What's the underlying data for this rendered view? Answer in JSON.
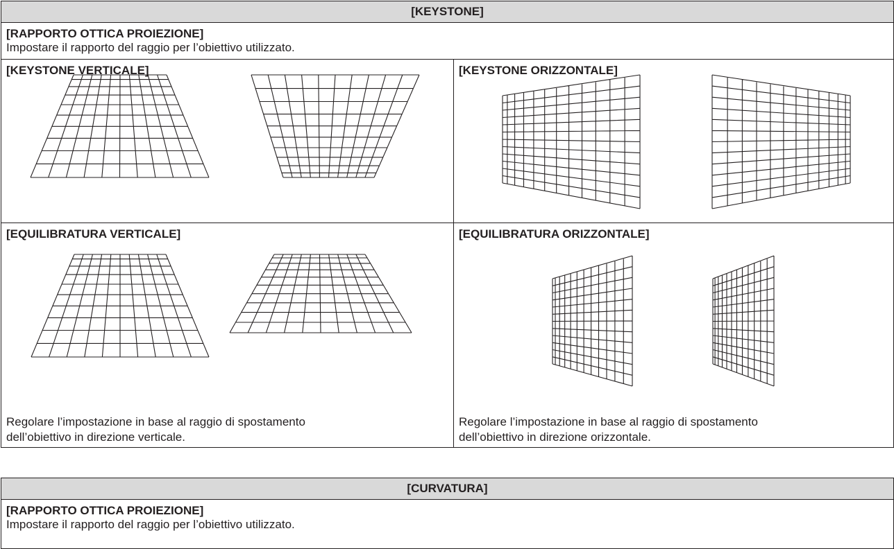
{
  "keystone": {
    "header": "[KEYSTONE]",
    "throw_ratio": {
      "title": "[RAPPORTO OTTICA PROIEZIONE]",
      "text": "Impostare il rapporto del raggio per l’obiettivo utilizzato."
    },
    "vertical_keystone": {
      "title": "[KEYSTONE VERTICALE]"
    },
    "horizontal_keystone": {
      "title": "[KEYSTONE ORIZZONTALE]"
    },
    "vertical_balance": {
      "title": "[EQUILIBRATURA VERTICALE]",
      "desc_line1": "Regolare l’impostazione in base al raggio di spostamento",
      "desc_line2": "dell’obiettivo in direzione verticale."
    },
    "horizontal_balance": {
      "title": "[EQUILIBRATURA ORIZZONTALE]",
      "desc_line1": "Regolare l’impostazione in base al raggio di spostamento",
      "desc_line2": "dell’obiettivo in direzione orizzontale."
    }
  },
  "curvature": {
    "header": "[CURVATURA]",
    "throw_ratio": {
      "title": "[RAPPORTO OTTICA PROIEZIONE]",
      "text": "Impostare il rapporto del raggio per l’obiettivo utilizzato."
    }
  }
}
